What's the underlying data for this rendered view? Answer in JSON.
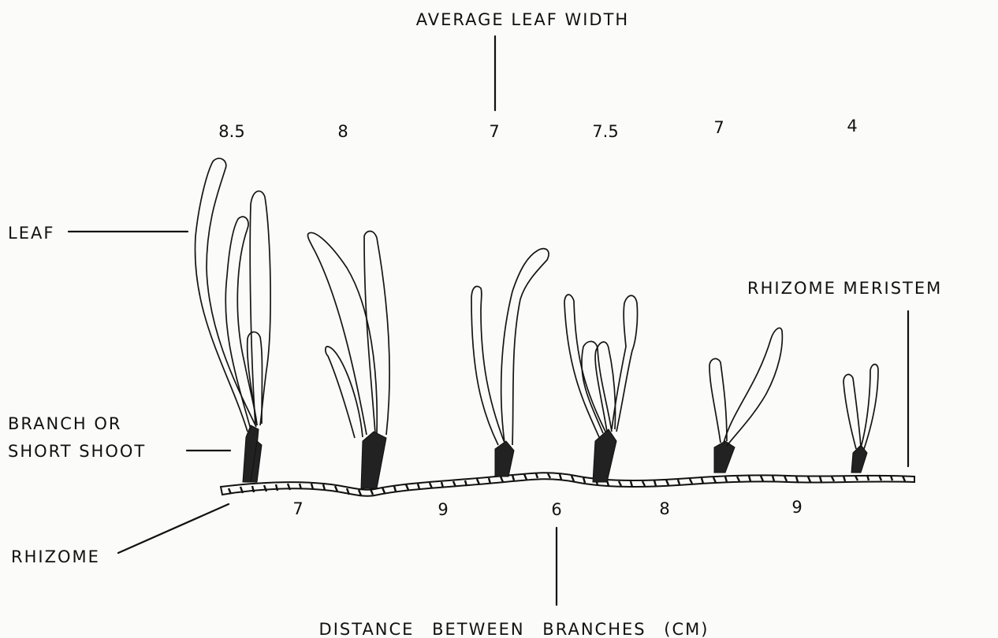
{
  "title": "AVERAGE LEAF WIDTH",
  "leaf_widths": [
    "8.5",
    "8",
    "7",
    "7.5",
    "7",
    "4"
  ],
  "branch_distances": [
    "7",
    "9",
    "6",
    "8",
    "9"
  ],
  "labels": {
    "leaf": "LEAF",
    "branch_line1": "BRANCH OR",
    "branch_line2": "SHORT SHOOT",
    "rhizome": "RHIZOME",
    "meristem": "RHIZOME MERISTEM",
    "distance": "DISTANCE BETWEEN BRANCHES (CM)"
  }
}
